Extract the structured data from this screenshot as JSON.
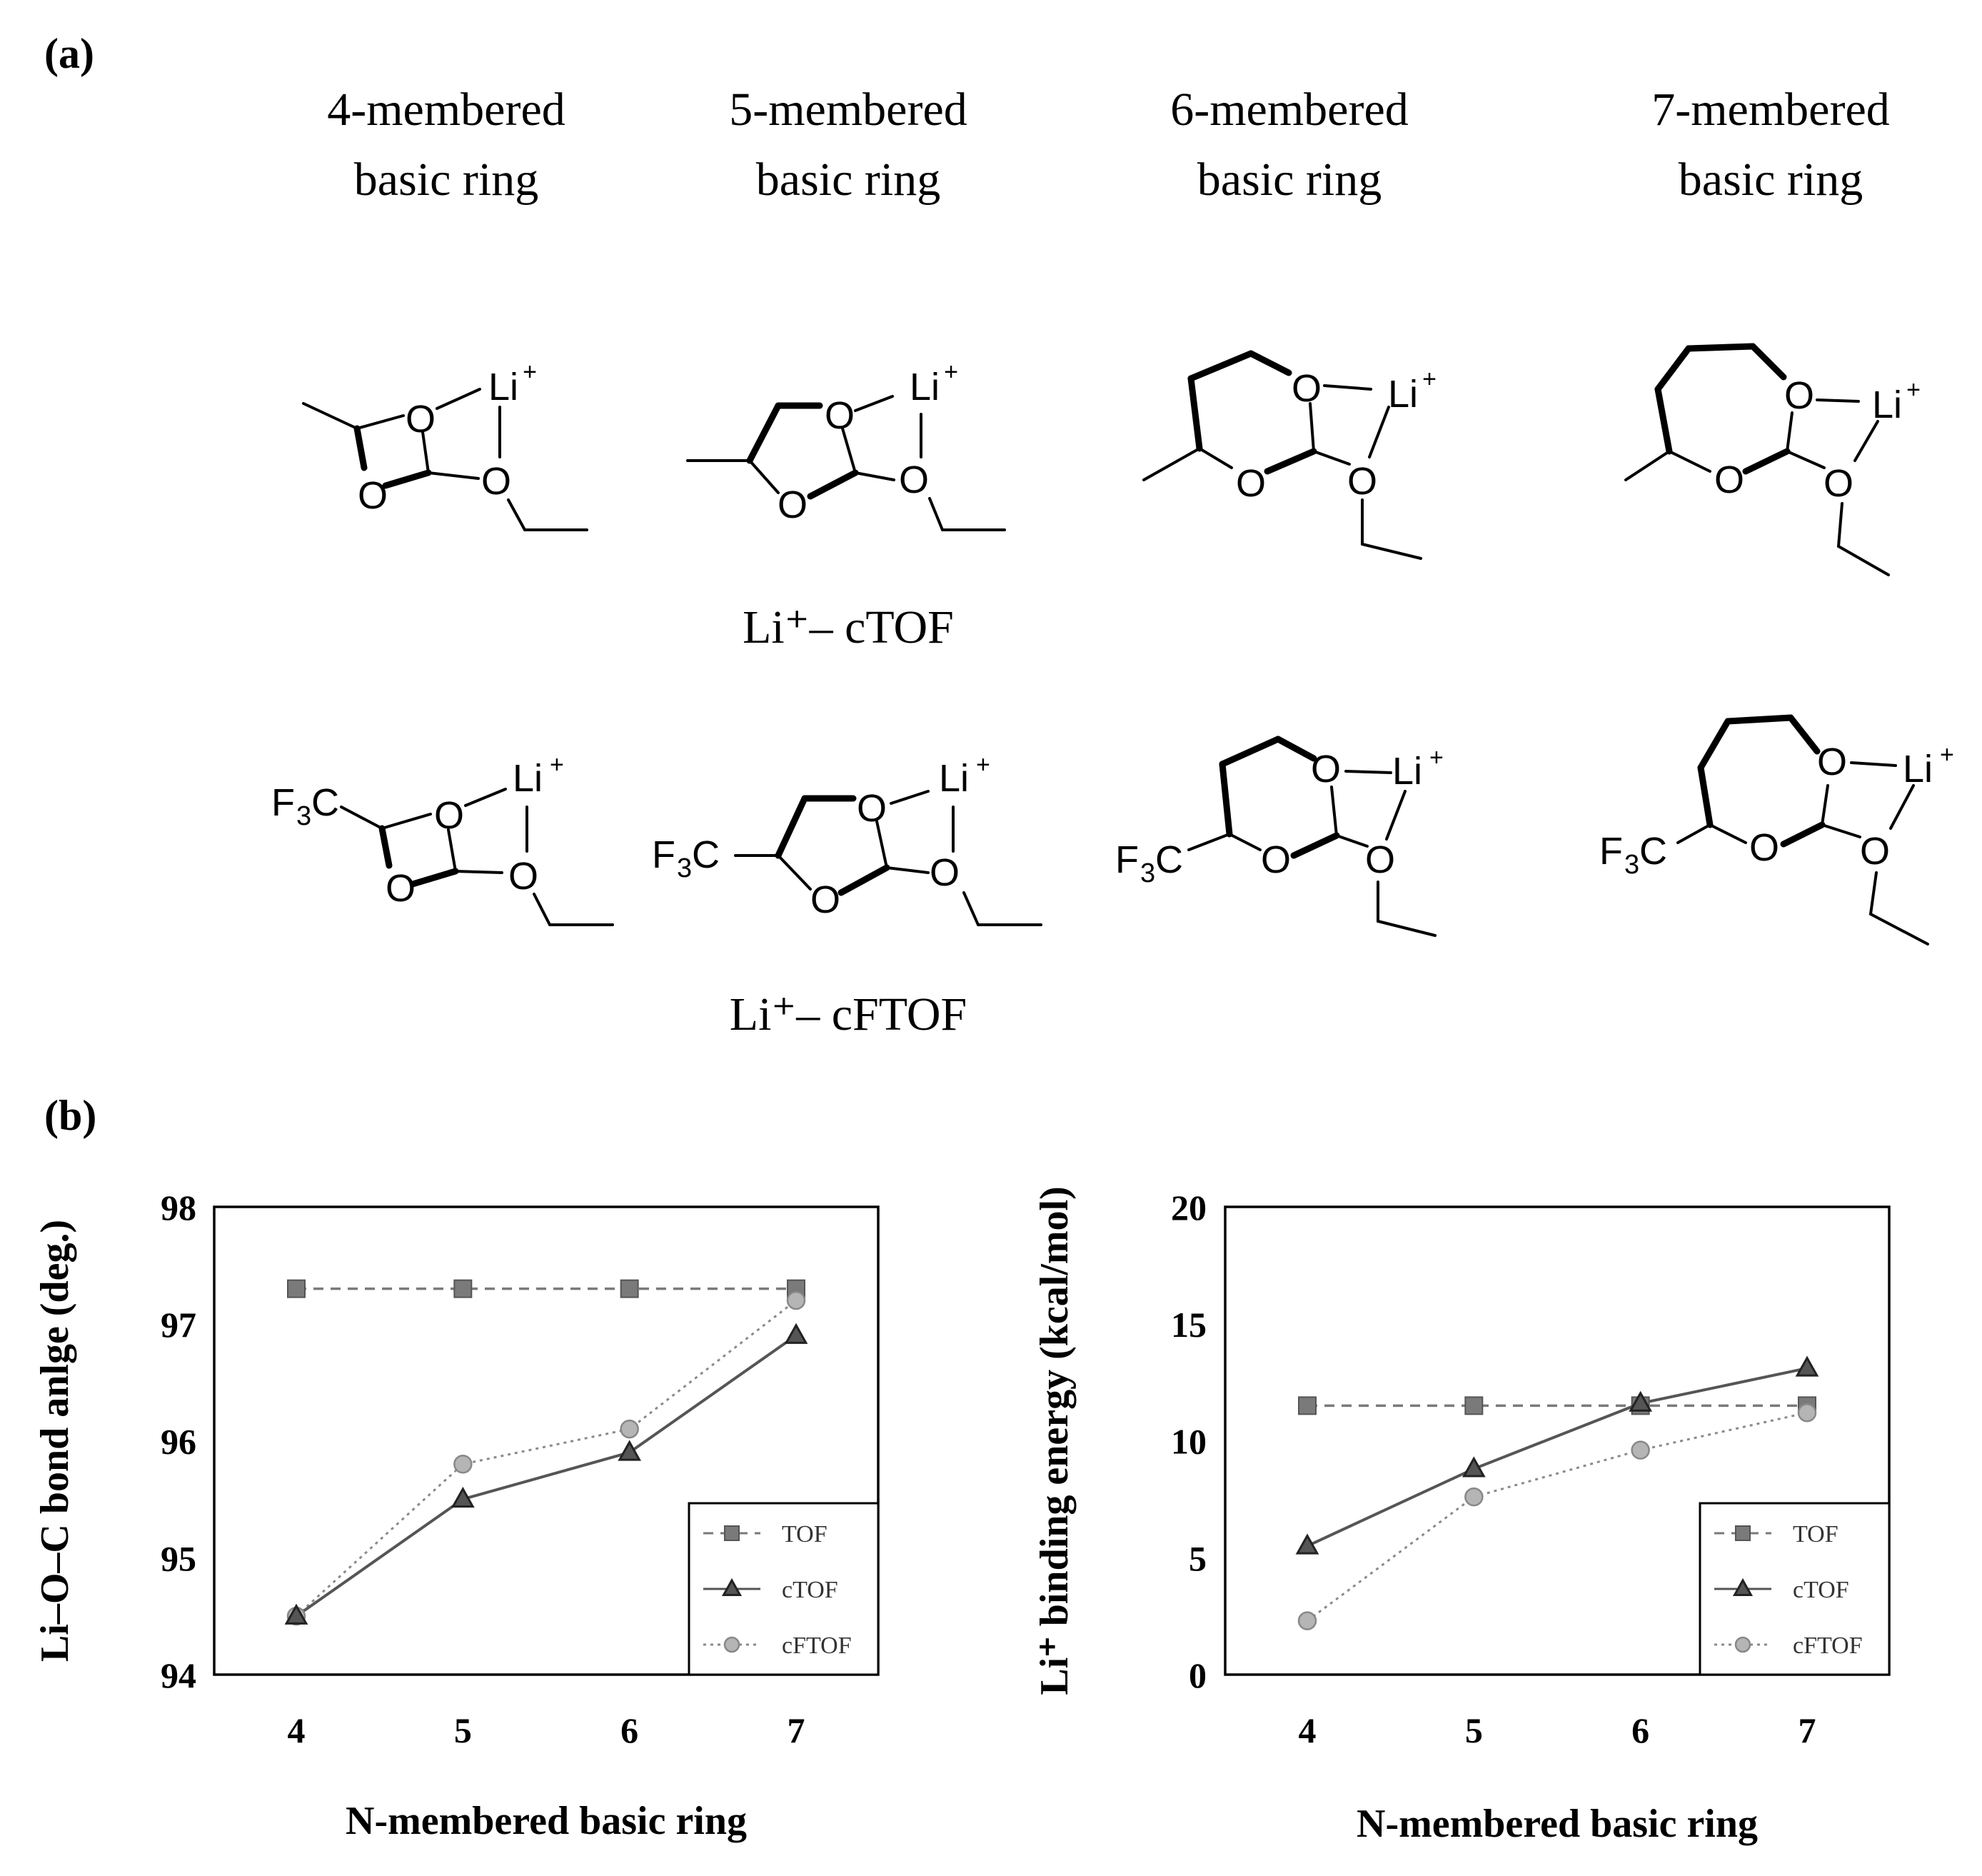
{
  "panel_a": {
    "label": "(a)",
    "columns": [
      {
        "line1": "4-membered",
        "line2": "basic ring"
      },
      {
        "line1": "5-membered",
        "line2": "basic ring"
      },
      {
        "line1": "6-membered",
        "line2": "basic ring"
      },
      {
        "line1": "7-membered",
        "line2": "basic ring"
      }
    ],
    "row1_caption": "Li⁺– cTOF",
    "row2_caption": "Li⁺– cFTOF",
    "atoms": {
      "li": "Li",
      "plus": "+",
      "o": "O",
      "f3c_f": "F",
      "f3c_sub": "3",
      "f3c_c": "C"
    }
  },
  "panel_b": {
    "label": "(b)"
  },
  "chart_data": [
    {
      "type": "line",
      "title": "",
      "xlabel": "N-membered basic ring",
      "ylabel": "Li–O–C bond anlge (deg.)",
      "categories": [
        "4",
        "5",
        "6",
        "7"
      ],
      "ylim": [
        94,
        98
      ],
      "yticks": [
        "94",
        "95",
        "96",
        "97",
        "98"
      ],
      "grid": false,
      "legend_position": "bottom-right",
      "series": [
        {
          "name": "TOF",
          "values": [
            97.3,
            97.3,
            97.3,
            97.3
          ],
          "marker": "square",
          "line": "dashed",
          "color": "#7a7a7a"
        },
        {
          "name": "cTOF",
          "values": [
            94.5,
            95.5,
            95.9,
            96.9
          ],
          "marker": "triangle",
          "line": "solid",
          "color": "#555555"
        },
        {
          "name": "cFTOF",
          "values": [
            94.5,
            95.8,
            96.1,
            97.2
          ],
          "marker": "circle",
          "line": "dotted",
          "color": "#b5b5b5"
        }
      ]
    },
    {
      "type": "line",
      "title": "",
      "xlabel": "N-membered basic ring",
      "ylabel": "Li⁺ binding energy (kcal/mol)",
      "categories": [
        "4",
        "5",
        "6",
        "7"
      ],
      "ylim": [
        0,
        20
      ],
      "yticks": [
        "0",
        "5",
        "10",
        "15",
        "20"
      ],
      "grid": false,
      "legend_position": "bottom-right",
      "series": [
        {
          "name": "TOF",
          "values": [
            11.5,
            11.5,
            11.5,
            11.5
          ],
          "marker": "square",
          "line": "dashed",
          "color": "#7a7a7a"
        },
        {
          "name": "cTOF",
          "values": [
            5.5,
            8.8,
            11.6,
            13.1
          ],
          "marker": "triangle",
          "line": "solid",
          "color": "#555555"
        },
        {
          "name": "cFTOF",
          "values": [
            2.3,
            7.6,
            9.6,
            11.2
          ],
          "marker": "circle",
          "line": "dotted",
          "color": "#b5b5b5"
        }
      ]
    }
  ]
}
